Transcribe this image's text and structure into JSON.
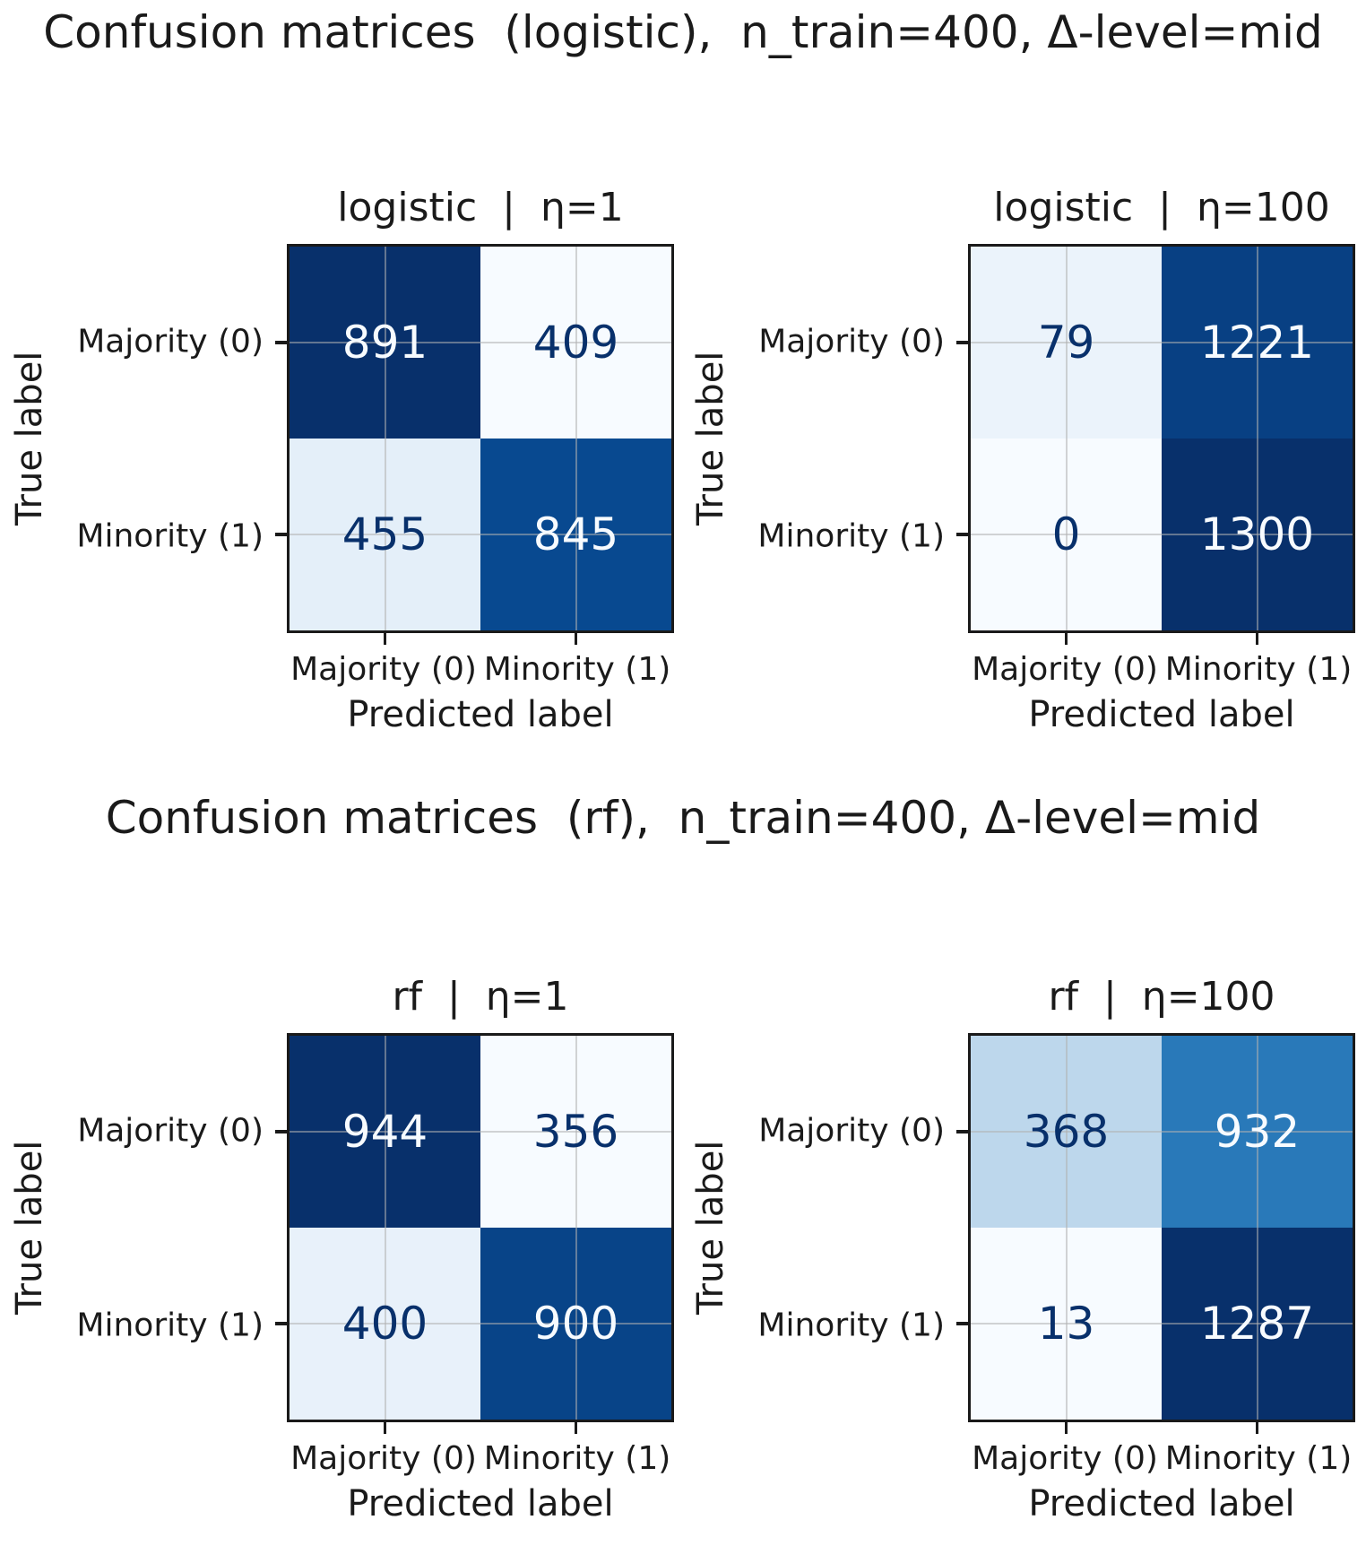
{
  "figure_titles": [
    "Confusion matrices  (logistic),  n_train=400, Δ-level=mid",
    "Confusion matrices  (rf),  n_train=400, Δ-level=mid"
  ],
  "colors": {
    "cmap_min": "#f7fbff",
    "cmap_max": "#08306b",
    "grid_line": "#b0b0b0",
    "axis_text": "#1a1a1a",
    "colormap": "Blues"
  },
  "chart_data": [
    {
      "type": "heatmap",
      "title": "logistic  |  η=1",
      "figure_title": "Confusion matrices  (logistic),  n_train=400, Δ-level=mid",
      "model": "logistic",
      "eta": 1,
      "xlabel": "Predicted label",
      "ylabel": "True label",
      "x_tick_labels": [
        "Majority (0)",
        "Minority (1)"
      ],
      "y_tick_labels": [
        "Majority (0)",
        "Minority (1)"
      ],
      "rows": [
        [
          891,
          409
        ],
        [
          455,
          845
        ]
      ],
      "colormap": "Blues",
      "grid": true
    },
    {
      "type": "heatmap",
      "title": "logistic  |  η=100",
      "figure_title": "Confusion matrices  (logistic),  n_train=400, Δ-level=mid",
      "model": "logistic",
      "eta": 100,
      "xlabel": "Predicted label",
      "ylabel": "True label",
      "x_tick_labels": [
        "Majority (0)",
        "Minority (1)"
      ],
      "y_tick_labels": [
        "Majority (0)",
        "Minority (1)"
      ],
      "rows": [
        [
          79,
          1221
        ],
        [
          0,
          1300
        ]
      ],
      "colormap": "Blues",
      "grid": true
    },
    {
      "type": "heatmap",
      "title": "rf  |  η=1",
      "figure_title": "Confusion matrices  (rf),  n_train=400, Δ-level=mid",
      "model": "rf",
      "eta": 1,
      "xlabel": "Predicted label",
      "ylabel": "True label",
      "x_tick_labels": [
        "Majority (0)",
        "Minority (1)"
      ],
      "y_tick_labels": [
        "Majority (0)",
        "Minority (1)"
      ],
      "rows": [
        [
          944,
          356
        ],
        [
          400,
          900
        ]
      ],
      "colormap": "Blues",
      "grid": true
    },
    {
      "type": "heatmap",
      "title": "rf  |  η=100",
      "figure_title": "Confusion matrices  (rf),  n_train=400, Δ-level=mid",
      "model": "rf",
      "eta": 100,
      "xlabel": "Predicted label",
      "ylabel": "True label",
      "x_tick_labels": [
        "Majority (0)",
        "Minority (1)"
      ],
      "y_tick_labels": [
        "Majority (0)",
        "Minority (1)"
      ],
      "rows": [
        [
          368,
          932
        ],
        [
          13,
          1287
        ]
      ],
      "colormap": "Blues",
      "grid": true
    }
  ]
}
